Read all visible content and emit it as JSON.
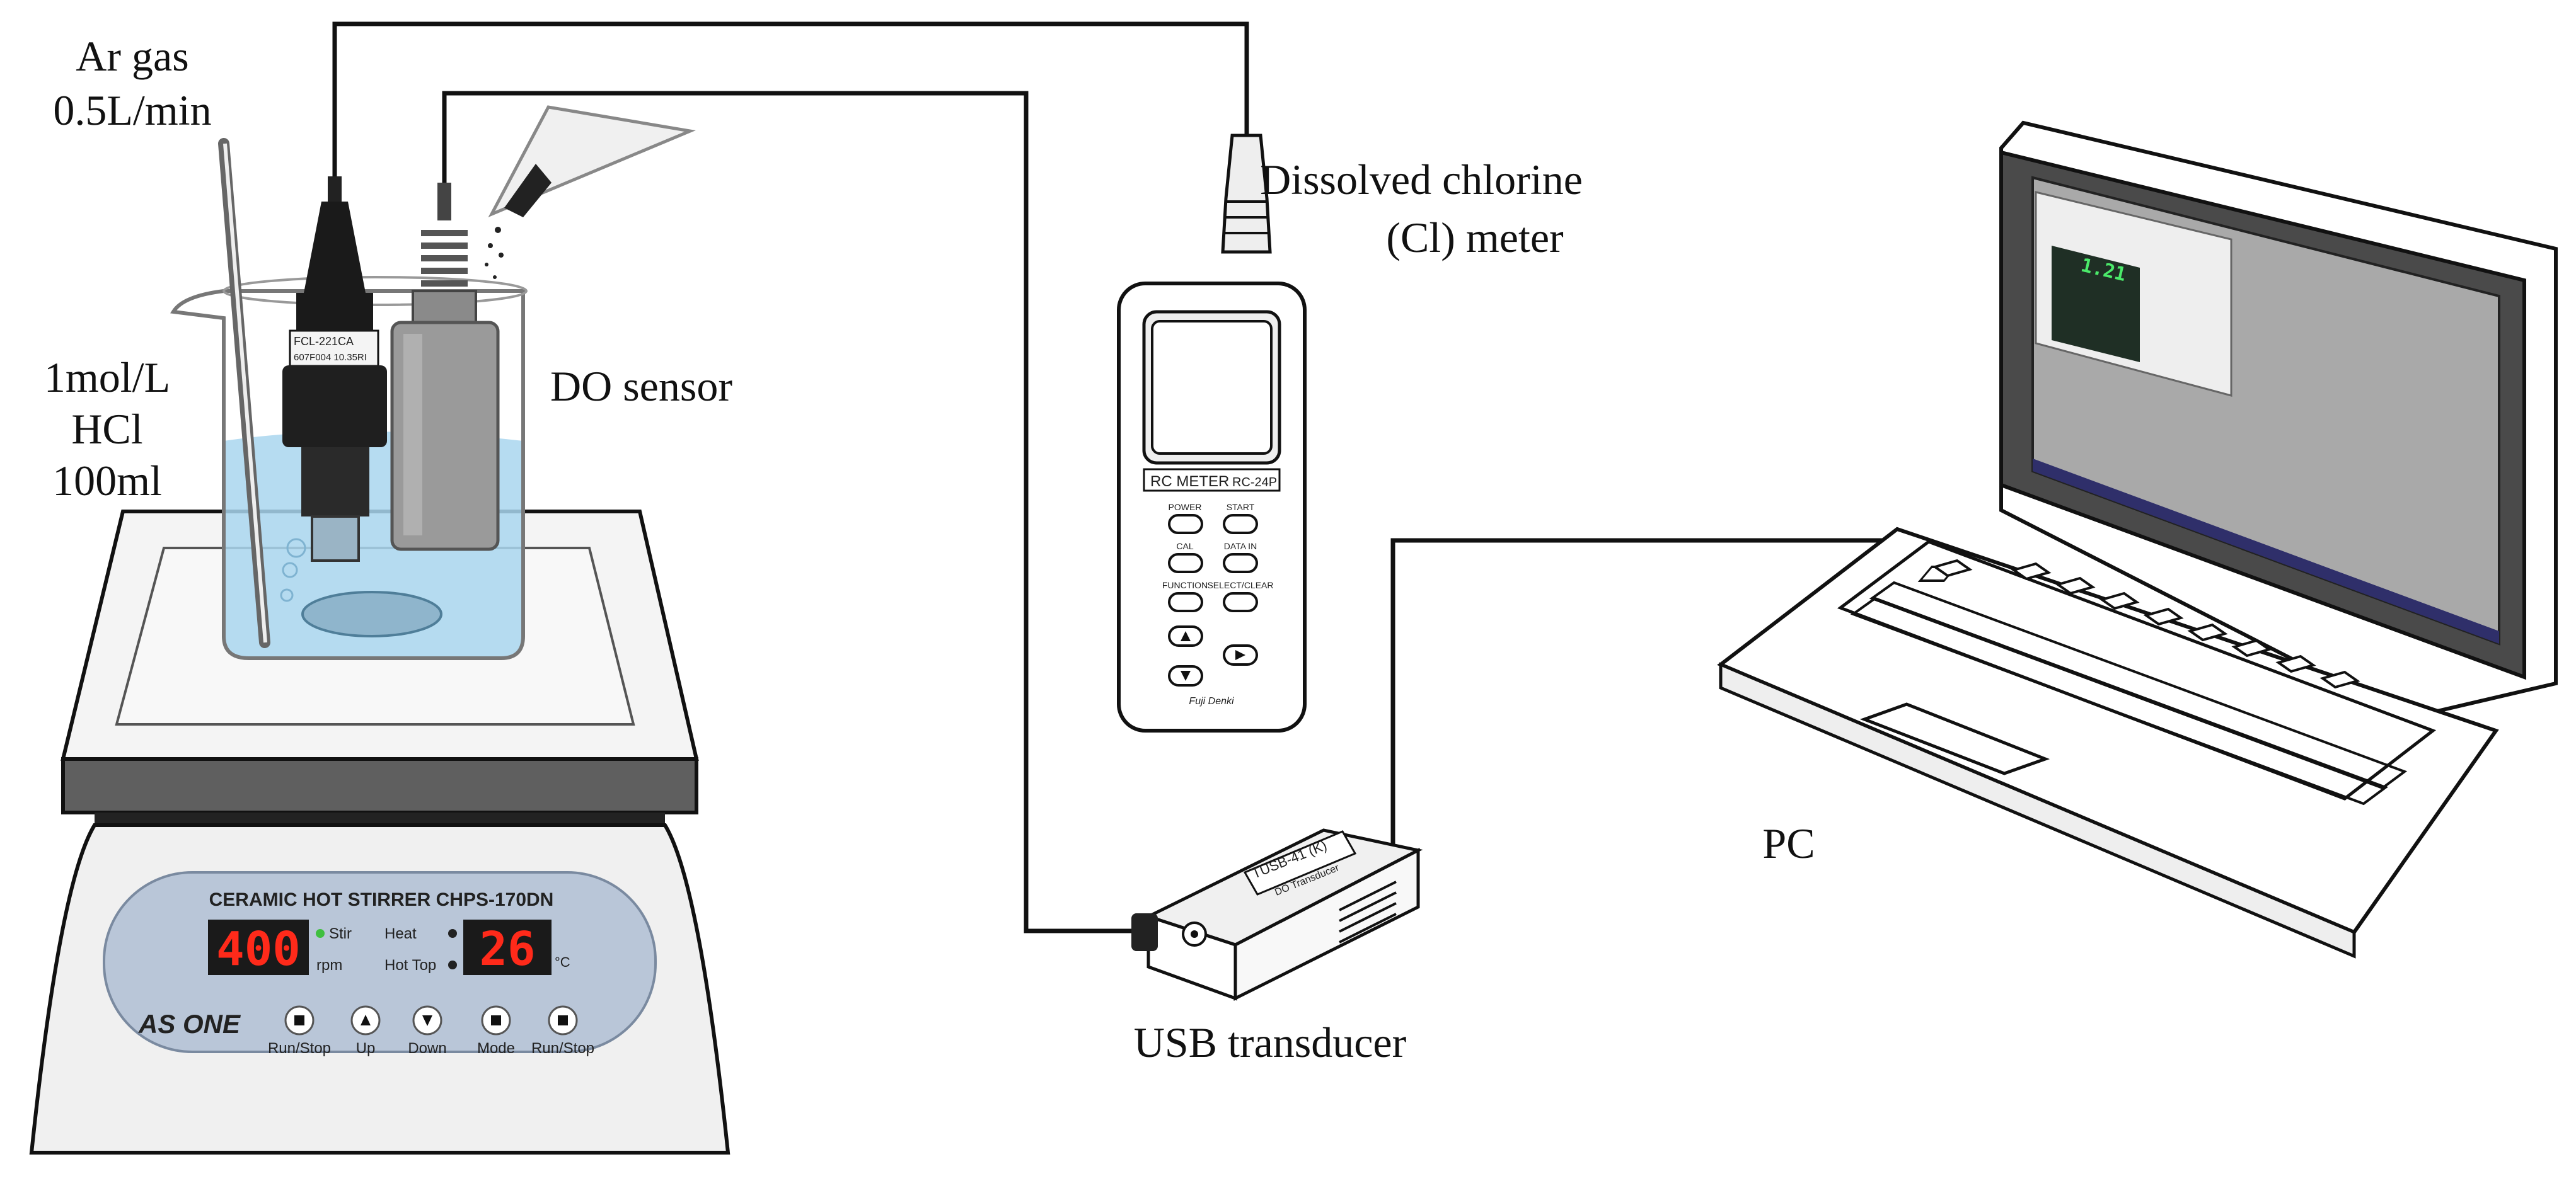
{
  "labels": {
    "ar_gas": "Ar gas",
    "ar_flow": "0.5L/min",
    "hcl_conc": "1mol/L",
    "hcl_name": "HCl",
    "hcl_volume": "100ml",
    "do_sensor": "DO sensor",
    "cl_meter_line1": "Dissolved chlorine",
    "cl_meter_line2": "(Cl) meter",
    "usb_transducer": "USB transducer",
    "pc": "PC"
  },
  "hot_stirrer": {
    "model": "CERAMIC HOT STIRRER CHPS-170DN",
    "brand": "AS ONE",
    "rpm_value": "400",
    "rpm_unit": "rpm",
    "temp_value": "26",
    "temp_unit": "°C",
    "stir_label": "Stir",
    "heat_label": "Heat",
    "hot_top_label": "Hot Top",
    "buttons": [
      "Run/Stop",
      "Up",
      "Down",
      "Mode",
      "Run/Stop"
    ]
  },
  "cl_sensor_label": {
    "line1": "FCL-221CA",
    "line2": "607F004 10.35RI"
  },
  "meter": {
    "model_text": "RC METER",
    "model_code": "RC-24P",
    "buttons": [
      "POWER",
      "START",
      "CAL",
      "DATA IN",
      "FUNCTION",
      "SELECT/CLEAR"
    ],
    "brand": "Fuji Denki"
  },
  "transducer": {
    "line1": "TUSB-41 (K)",
    "line2": "DO Transducer"
  },
  "screen_readout": "1.21",
  "colors": {
    "line": "#111111",
    "water": "#a9d6ee",
    "display_bg": "#1a1a1a",
    "display_digits": "#ff2a1a",
    "panel": "#b9c6d8",
    "screen": "#a9a9a9"
  }
}
